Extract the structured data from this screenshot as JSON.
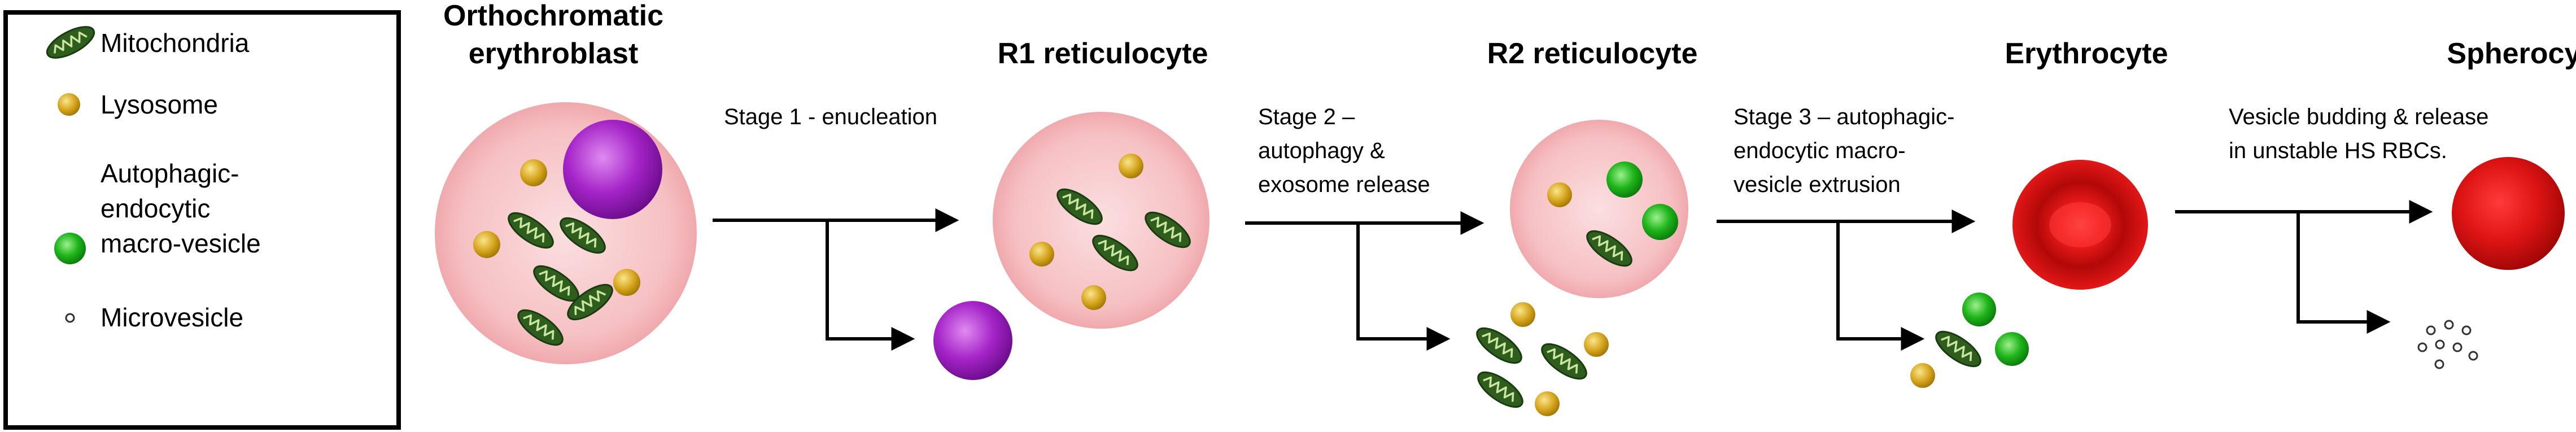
{
  "legend": {
    "mitochondria": "Mitochondria",
    "lysosome": "Lysosome",
    "vesicle_line1": "Autophagic-",
    "vesicle_line2": "endocytic",
    "vesicle_line3": "macro-vesicle",
    "microvesicle": "Microvesicle"
  },
  "cells": {
    "ortho_line1": "Orthochromatic",
    "ortho_line2": "erythroblast",
    "r1": "R1 reticulocyte",
    "r2": "R2 reticulocyte",
    "erythrocyte": "Erythrocyte",
    "spherocyte": "Spherocyte"
  },
  "stages": {
    "stage1": "Stage 1  - enucleation",
    "stage2_line1": "Stage 2 –",
    "stage2_line2": "autophagy &",
    "stage2_line3": "exosome release",
    "stage3_line1": "Stage 3 – autophagic-",
    "stage3_line2": "endocytic macro-",
    "stage3_line3": "vesicle extrusion",
    "stage4_line1": "Vesicle budding & release",
    "stage4_line2": "in unstable HS RBCs."
  },
  "icons": {
    "mitochondrion": "mitochondrion-icon",
    "lysosome": "lysosome-icon",
    "macro_vesicle": "macro-vesicle-icon",
    "microvesicle": "microvesicle-icon",
    "nucleus": "nucleus-icon"
  },
  "colors": {
    "cell_pink": "#f7c3c6",
    "mito_green": "#2f5d1e",
    "lysosome_gold": "#d4a418",
    "vesicle_green": "#1db319",
    "nucleus_purple": "#a223c7",
    "erythrocyte_red": "#d01010"
  }
}
